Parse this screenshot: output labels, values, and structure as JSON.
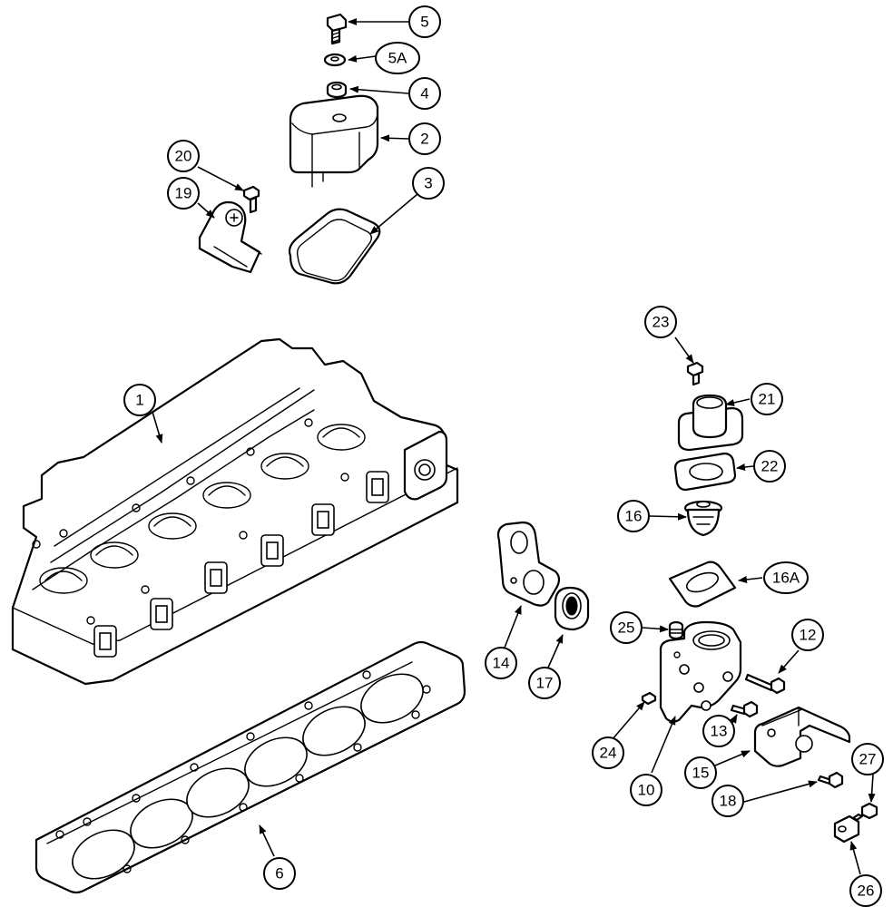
{
  "callouts": {
    "c1": "1",
    "c2": "2",
    "c3": "3",
    "c4": "4",
    "c5": "5",
    "c5a": "5A",
    "c6": "6",
    "c10": "10",
    "c12": "12",
    "c13": "13",
    "c14": "14",
    "c15": "15",
    "c16": "16",
    "c16a": "16A",
    "c17": "17",
    "c18": "18",
    "c19": "19",
    "c20": "20",
    "c21": "21",
    "c22": "22",
    "c23": "23",
    "c24": "24",
    "c25": "25",
    "c26": "26",
    "c27": "27"
  }
}
